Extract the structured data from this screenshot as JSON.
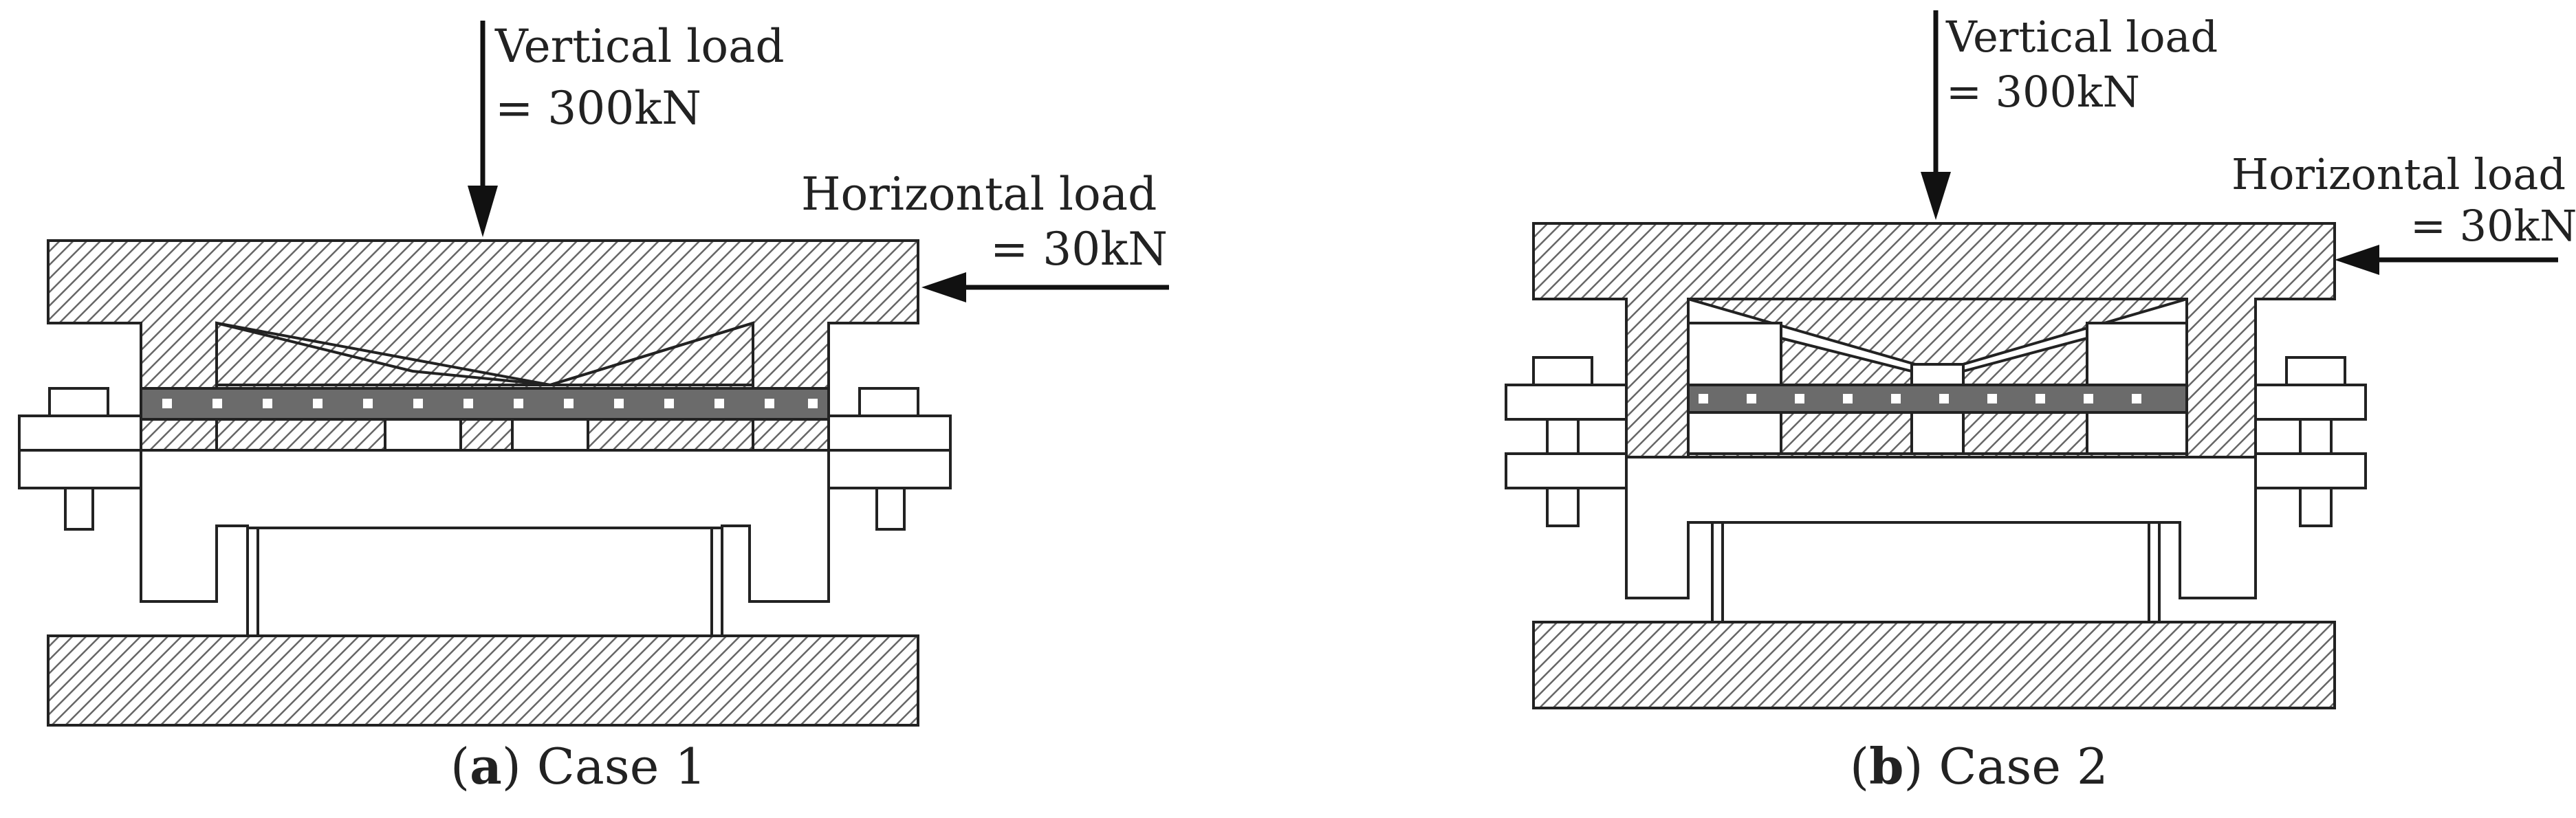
{
  "figure": {
    "panels": [
      {
        "id": "a",
        "caption_letter": "a",
        "caption_rest": ") Case 1",
        "caption_open": "(",
        "vertical_label_1": "Vertical load",
        "vertical_label_2": "= 300kN",
        "horizontal_label_1": "Horizontal load",
        "horizontal_label_2": "= 30kN"
      },
      {
        "id": "b",
        "caption_letter": "b",
        "caption_rest": ") Case 2",
        "caption_open": "(",
        "vertical_label_1": "Vertical load",
        "vertical_label_2": "= 300kN",
        "horizontal_label_1": "Horizontal load",
        "horizontal_label_2": "= 30kN"
      }
    ],
    "colors": {
      "outline": "#222222",
      "hatch": "#555555",
      "rubber_layer": "#6b6b6b",
      "bolt_dots": "#ffffff"
    }
  }
}
